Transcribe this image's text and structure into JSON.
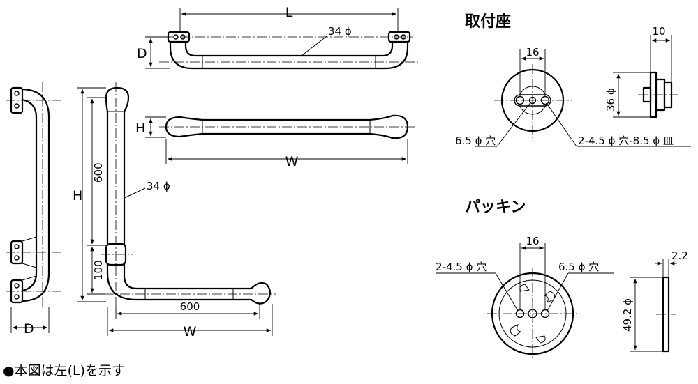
{
  "labels": {
    "L": "L",
    "D": "D",
    "H": "H",
    "W": "W",
    "pipe_dia": "34 ϕ",
    "dim_600_v": "600",
    "dim_100": "100",
    "dim_600_h": "600",
    "mount_title": "取付座",
    "dim_16": "16",
    "dim_10": "10",
    "dim_36": "36 ϕ",
    "hole_65": "6.5 ϕ 穴",
    "hole_45_85": "2-4.5 ϕ 穴-8.5 ϕ 皿",
    "packing_title": "パッキン",
    "dim_16b": "16",
    "hole_45": "2-4.5 ϕ 穴",
    "hole_65b": "6.5 ϕ 穴",
    "dim_22": "2.2",
    "dim_492": "49.2 ϕ",
    "note": "●本図は左(L)を示す"
  }
}
